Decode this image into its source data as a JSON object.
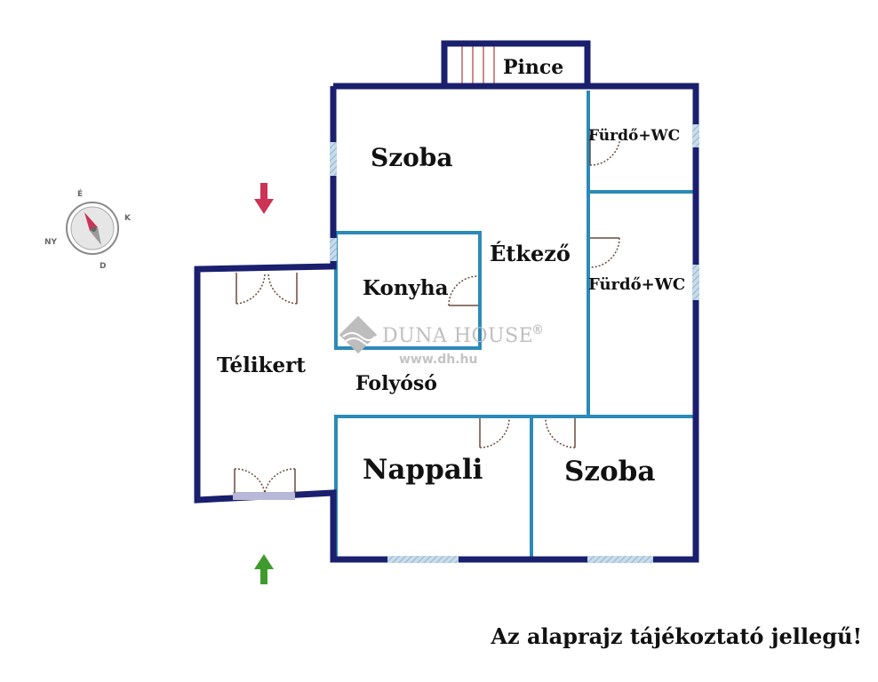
{
  "rooms": {
    "pince": "Pince",
    "szoba_top": "Szoba",
    "furdo_upper": "Fürdő+WC",
    "furdo_lower": "Fürdő+WC",
    "etkezo": "Étkező",
    "konyha": "Konyha",
    "telikert": "Télikert",
    "folyoso": "Folyósó",
    "nappali": "Nappali",
    "szoba_bottom": "Szoba"
  },
  "compass": {
    "north": "É",
    "east": "K",
    "south": "D",
    "west": "NY"
  },
  "watermark": {
    "brand": "DUNA HOUSE",
    "url": "www.dh.hu",
    "registered": "®"
  },
  "disclaimer": "Az alaprajz tájékoztató jellegű!",
  "colors": {
    "outer_wall": "#1a1f6e",
    "inner_wall": "#2b8ab8",
    "window": "#a9c7dd",
    "door": "#6b4a3a",
    "arrow_entry": "#3f9a2e",
    "arrow_exit": "#cc3355"
  }
}
